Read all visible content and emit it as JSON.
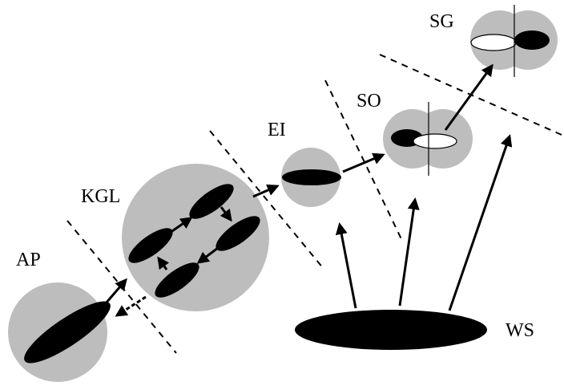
{
  "labels": {
    "ap": "AP",
    "kgl": "KGL",
    "ei": "EI",
    "so": "SO",
    "sg": "SG",
    "ws": "WS"
  },
  "colors": {
    "fill": "#bdbdbd",
    "ink": "#000000",
    "background": "#ffffff"
  }
}
